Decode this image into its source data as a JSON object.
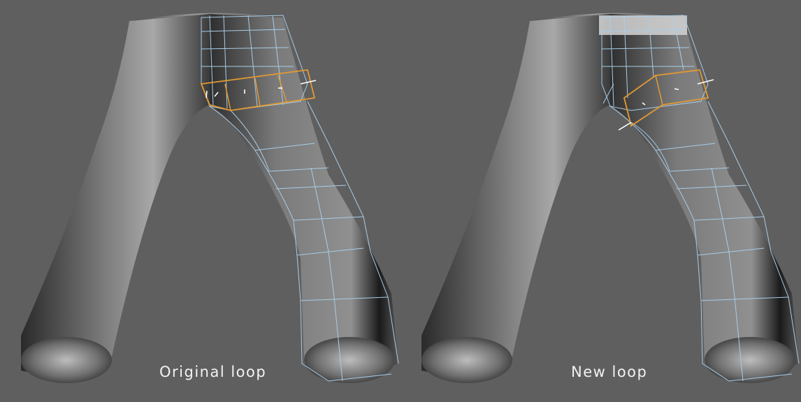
{
  "background_color": "#5f5f5f",
  "wire_color": "#a9cde8",
  "selection_color": "#e39a32",
  "panels": [
    {
      "id": "left",
      "caption": "Original loop"
    },
    {
      "id": "right",
      "caption": "New loop"
    }
  ]
}
